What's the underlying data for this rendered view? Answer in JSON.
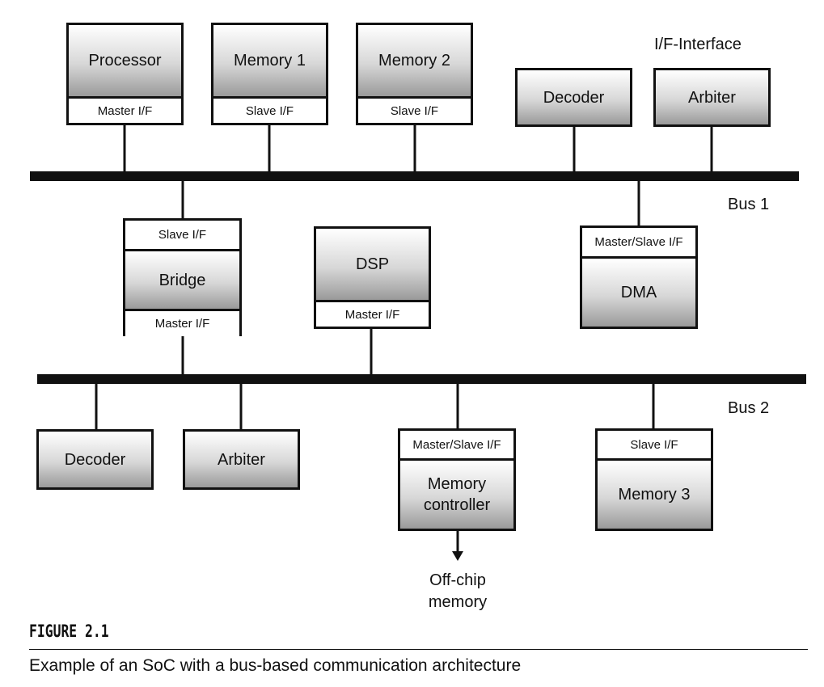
{
  "interface_label": "I/F-Interface",
  "buses": {
    "bus1": "Bus 1",
    "bus2": "Bus 2"
  },
  "bus1_components": {
    "processor": {
      "name": "Processor",
      "interface": "Master I/F"
    },
    "memory1": {
      "name": "Memory 1",
      "interface": "Slave I/F"
    },
    "memory2": {
      "name": "Memory 2",
      "interface": "Slave I/F"
    },
    "decoder": {
      "name": "Decoder"
    },
    "arbiter": {
      "name": "Arbiter"
    },
    "dma": {
      "name": "DMA",
      "interface": "Master/Slave I/F"
    }
  },
  "bridge": {
    "name": "Bridge",
    "top_interface": "Slave I/F",
    "bottom_interface": "Master I/F"
  },
  "dsp": {
    "name": "DSP",
    "interface": "Master I/F"
  },
  "bus2_components": {
    "decoder": {
      "name": "Decoder"
    },
    "arbiter": {
      "name": "Arbiter"
    },
    "memory_controller": {
      "name_line1": "Memory",
      "name_line2": "controller",
      "interface": "Master/Slave I/F"
    },
    "memory3": {
      "name": "Memory 3",
      "interface": "Slave I/F"
    }
  },
  "off_chip": {
    "line1": "Off-chip",
    "line2": "memory"
  },
  "figure": {
    "title": "FIGURE 2.1",
    "caption": "Example of an SoC with a bus-based communication architecture"
  }
}
